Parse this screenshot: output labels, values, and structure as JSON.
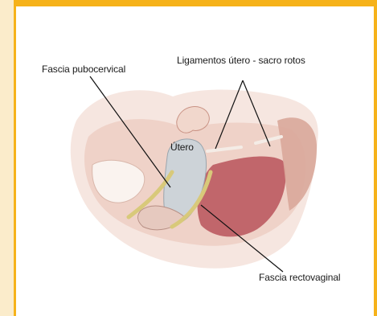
{
  "labels": {
    "fascia_pubocervical": "Fascia pubocervical",
    "ligamentos": "Ligamentos útero - sacro rotos",
    "utero": "Útero",
    "fascia_rectovaginal": "Fascia rectovaginal"
  },
  "colors": {
    "frame_accent": "#f6b21a",
    "frame_fill": "#fbeccb",
    "tissue_light": "#f3d9cf",
    "tissue_mid": "#d9a79a",
    "muscle": "#b8545a",
    "fascia": "#d8c97a"
  }
}
